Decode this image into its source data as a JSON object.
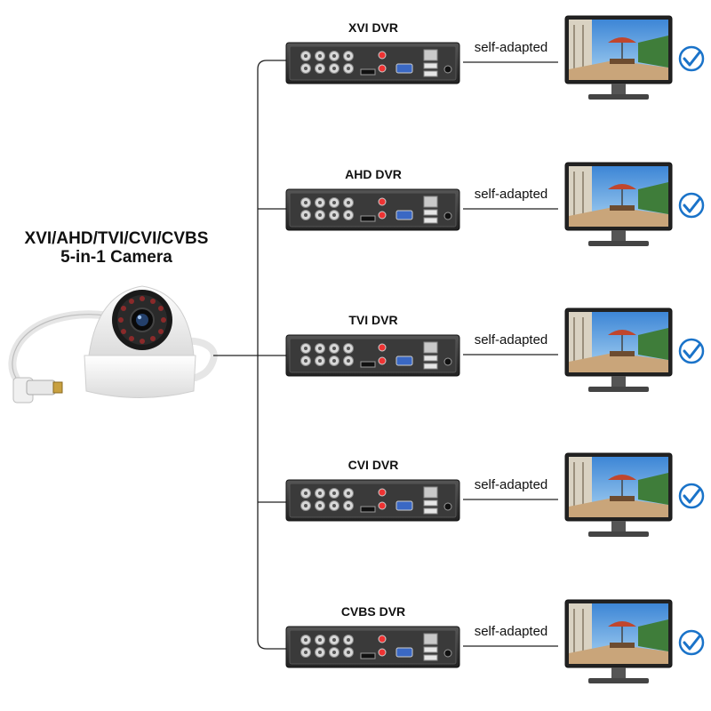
{
  "camera": {
    "title_line1": "XVI/AHD/TVI/CVI/CVBS",
    "title_line2": "5-in-1 Camera"
  },
  "link_label": "self-adapted",
  "dvrs": [
    {
      "label": "XVI DVR"
    },
    {
      "label": "AHD DVR"
    },
    {
      "label": "TVI DVR"
    },
    {
      "label": "CVI DVR"
    },
    {
      "label": "CVBS DVR"
    }
  ],
  "colors": {
    "check": "#1a73c9",
    "dvr_body": "#2b2b2b",
    "sky": "#5ea8e8"
  },
  "icons": [
    "dome-camera-icon",
    "dvr-recorder-icon",
    "monitor-icon",
    "check-circle-icon"
  ]
}
